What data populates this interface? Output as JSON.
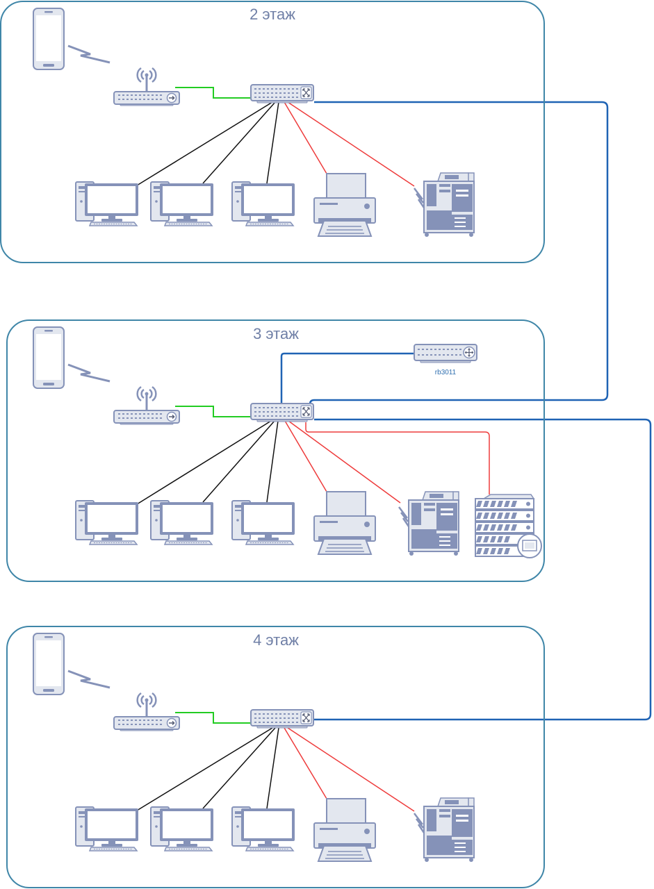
{
  "floors": [
    {
      "id": "floor-2",
      "title": "2 этаж"
    },
    {
      "id": "floor-3",
      "title": "3 этаж"
    },
    {
      "id": "floor-4",
      "title": "4 этаж"
    }
  ],
  "core_router": {
    "label": "rb3011"
  },
  "colors": {
    "frame": "#3f86a8",
    "device_fill": "#e3e7ef",
    "device_stroke": "#8592b8",
    "wired_pc": "#111111",
    "wired_printer": "#ee3b3b",
    "wifi_link": "#22cc22",
    "uplink": "#1f63b4"
  },
  "icons": [
    "smartphone-icon",
    "wireless-signal-icon",
    "wifi-router-icon",
    "switch-icon",
    "desktop-pc-icon",
    "printer-icon",
    "mfp-copier-icon",
    "server-rack-icon",
    "router-icon"
  ]
}
